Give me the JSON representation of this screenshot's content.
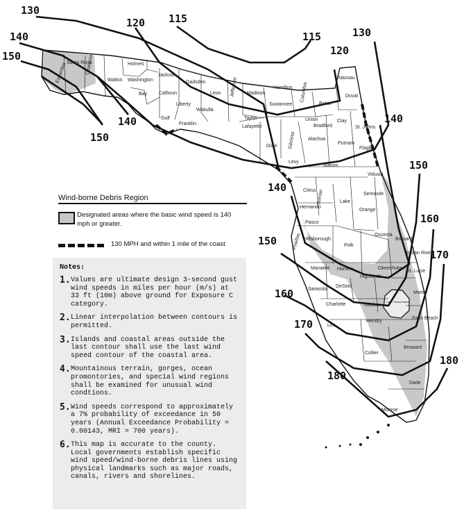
{
  "map": {
    "contour_labels": [
      "130",
      "140",
      "150",
      "150",
      "140",
      "120",
      "115",
      "115",
      "120",
      "130",
      "140",
      "150",
      "160",
      "170",
      "140",
      "150",
      "160",
      "170",
      "180",
      "180"
    ],
    "counties": [
      "Santa Rosa",
      "Okaloosa",
      "Escambia",
      "Walton",
      "Holmes",
      "Washington",
      "Bay",
      "Jackson",
      "Calhoun",
      "Gulf",
      "Liberty",
      "Gadsden",
      "Franklin",
      "Wakulla",
      "Leon",
      "Jefferson",
      "Madison",
      "Hamilton",
      "Suwannee",
      "Columbia",
      "Baker",
      "Nassau",
      "Duval",
      "Taylor",
      "Lafayette",
      "Union",
      "Bradford",
      "Clay",
      "St. Johns",
      "Dixie",
      "Gilchrist",
      "Alachua",
      "Putnam",
      "Flagler",
      "Levy",
      "Marion",
      "Volusia",
      "Citrus",
      "Sumter",
      "Lake",
      "Seminole",
      "Orange",
      "Hernando",
      "Pasco",
      "Polk",
      "Osceola",
      "Brevard",
      "Pinellas",
      "Hillsborough",
      "Manatee",
      "Hardee",
      "Highlands",
      "Okeechobee",
      "Indian River",
      "St. Lucie",
      "Sarasota",
      "DeSoto",
      "Charlotte",
      "Glades",
      "Martin",
      "Lee",
      "Hendry",
      "Palm Beach",
      "Collier",
      "Broward",
      "Dade",
      "Monroe",
      "Lake Okeechobee"
    ]
  },
  "legend": {
    "title": "Wind-borne Debris Region",
    "designated": "Designated areas where the basic wind speed is 140 mph or greater.",
    "coast": "130 MPH and within 1 mile of the coast"
  },
  "notes": {
    "title": "Notes:",
    "items": [
      {
        "num": "1.",
        "text": "Values are ultimate design 3-second gust wind speeds in miles per hour (m/s) at 33 ft (10m) above ground for Exposure C category."
      },
      {
        "num": "2.",
        "text": "Linear interpolation between contours is permitted."
      },
      {
        "num": "3.",
        "text": "Islands and coastal areas outside the last contour shall use the last wind speed contour of the coastal area."
      },
      {
        "num": "4.",
        "text": "Mountainous terrain, gorges, ocean promontories, and special wind regions shall be examined for unusual wind condtions."
      },
      {
        "num": "5.",
        "text": "Wind speeds correspond to approximately a 7% probability of exceedance in 50 years (Annual Exceedance Probability = 0.00143, MRI = 700 years)."
      },
      {
        "num": "6.",
        "text": "This map is accurate to the county. Local governments establish specific wind speed/wind-borne debris lines using physical landmarks such as major roads, canals, rivers and shorelines."
      }
    ]
  }
}
